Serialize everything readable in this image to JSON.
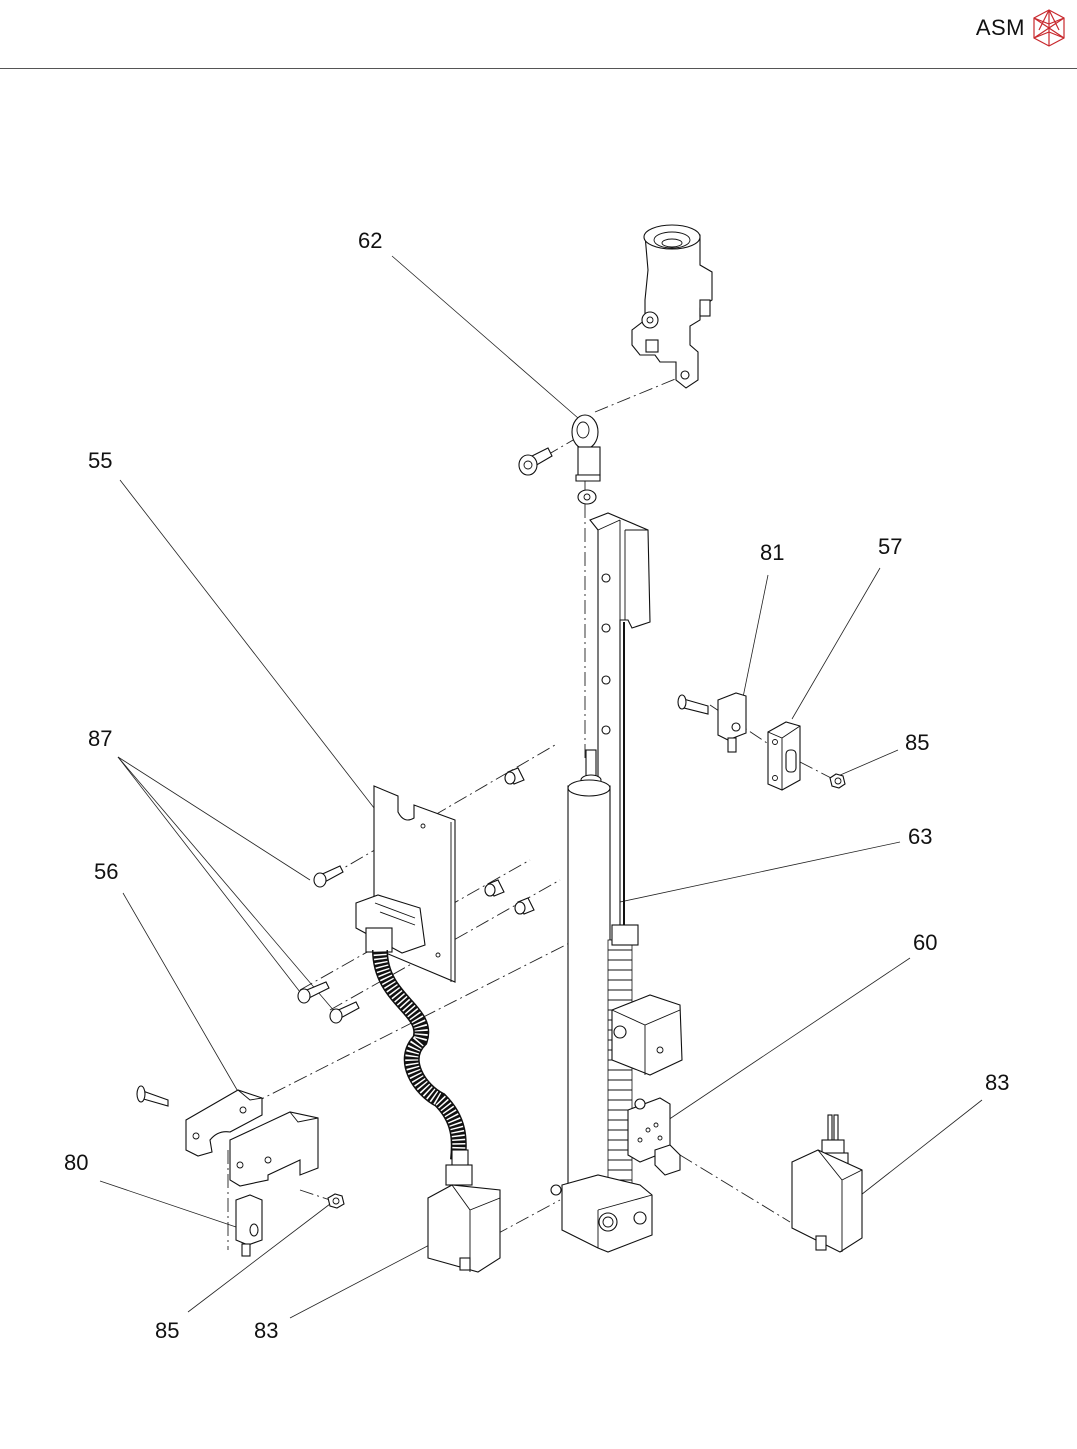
{
  "header": {
    "brand_name": "ASM",
    "logo_icon": "asm-polyhedron-logo",
    "accent_color": "#c8282d",
    "rule_color": "#555555"
  },
  "diagram": {
    "type": "exploded-parts-view",
    "callouts": [
      {
        "id": "c62",
        "label": "62"
      },
      {
        "id": "c55",
        "label": "55"
      },
      {
        "id": "c81",
        "label": "81"
      },
      {
        "id": "c57",
        "label": "57"
      },
      {
        "id": "c87",
        "label": "87"
      },
      {
        "id": "c85a",
        "label": "85"
      },
      {
        "id": "c63",
        "label": "63"
      },
      {
        "id": "c56",
        "label": "56"
      },
      {
        "id": "c60",
        "label": "60"
      },
      {
        "id": "c80",
        "label": "80"
      },
      {
        "id": "c83a",
        "label": "83"
      },
      {
        "id": "c85b",
        "label": "85"
      },
      {
        "id": "c83b",
        "label": "83"
      }
    ]
  }
}
